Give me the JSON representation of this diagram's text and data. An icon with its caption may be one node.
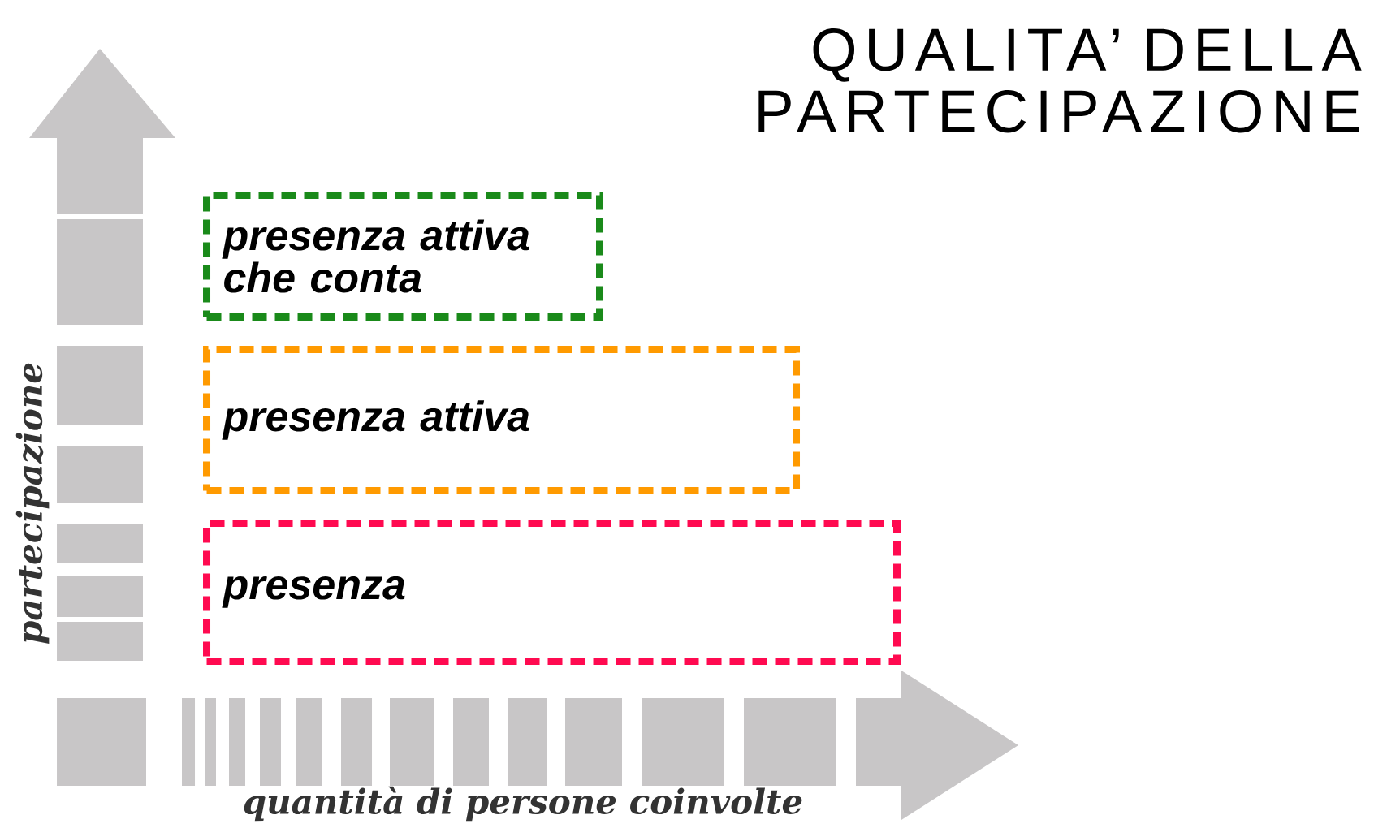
{
  "diagram": {
    "title": "QUALITA’ DELLA PARTECIPAZIONE",
    "nodes": [
      {
        "text": [
          "presenza attiva che conta"
        ]
      },
      {
        "text": [
          "presenza attiva"
        ]
      },
      {
        "text": [
          "presenza"
        ]
      }
    ],
    "labels": [
      "partecipazione",
      "quantità di persone coinvolte"
    ]
  }
}
